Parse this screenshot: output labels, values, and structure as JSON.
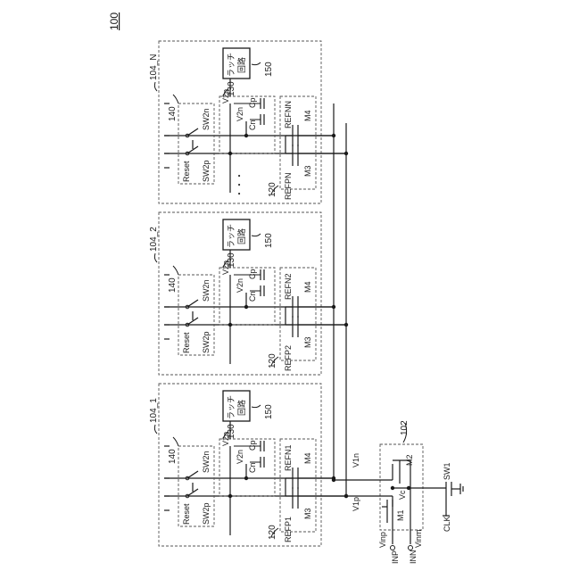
{
  "figure_number": "100",
  "stages": [
    {
      "id": "104_1",
      "switch_labels": {
        "reset": "Reset",
        "sw2p": "SW2p",
        "sw2n": "SW2n"
      },
      "switch_block_ref": "140",
      "cap_block_ref": "130",
      "cap_labels": {
        "v2p": "V2p",
        "v2n": "V2n",
        "cn": "Cn",
        "cp": "Cp"
      },
      "latch_label": "ラッチ\n回路",
      "latch_ref": "150",
      "ref_block_ref": "120",
      "refp": "REFP1",
      "refn": "REFN1",
      "m3": "M3",
      "m4": "M4"
    },
    {
      "id": "104_2",
      "switch_labels": {
        "reset": "Reset",
        "sw2p": "SW2p",
        "sw2n": "SW2n"
      },
      "switch_block_ref": "140",
      "cap_block_ref": "130",
      "cap_labels": {
        "v2p": "V2p",
        "v2n": "V2n",
        "cn": "Cn",
        "cp": "Cp"
      },
      "latch_label": "ラッチ\n回路",
      "latch_ref": "150",
      "ref_block_ref": "120",
      "refp": "REFP2",
      "refn": "REFN2",
      "m3": "M3",
      "m4": "M4"
    },
    {
      "id": "104_N",
      "switch_labels": {
        "reset": "Reset",
        "sw2p": "SW2p",
        "sw2n": "SW2n"
      },
      "switch_block_ref": "140",
      "cap_block_ref": "130",
      "cap_labels": {
        "v2p": "V2p",
        "v2n": "V2n",
        "cn": "Cn",
        "cp": "Cp"
      },
      "latch_label": "ラッチ\n回路",
      "latch_ref": "150",
      "ref_block_ref": "120",
      "refp": "REFPN",
      "refn": "REFNN",
      "m3": "M3",
      "m4": "M4"
    }
  ],
  "ellipsis": "・・・",
  "input_stage": {
    "ref": "102",
    "m1": "M1",
    "m2": "M2",
    "vc": "Vc",
    "vinp": "Vinp",
    "vinm": "Vinm",
    "inp": "INP",
    "inn": "INN",
    "sw1": "SW1",
    "clk": "CLK"
  },
  "nets": {
    "v1p": "V1p",
    "v1n": "V1n"
  }
}
